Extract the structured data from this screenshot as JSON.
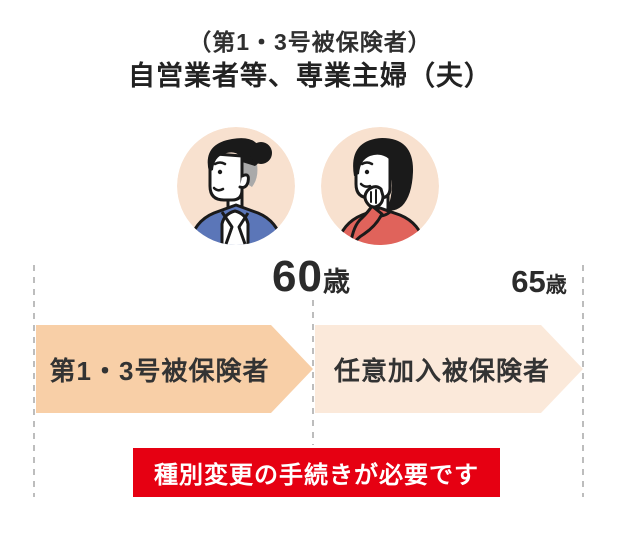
{
  "header": {
    "subtitle": "（第1・3号被保険者）",
    "title": "自営業者等、専業主婦（夫）"
  },
  "avatars": {
    "left_icon": "self-employed-man-avatar",
    "right_icon": "housewife-woman-avatar"
  },
  "timeline": {
    "age_markers": [
      {
        "number": "60",
        "unit": "歳"
      },
      {
        "number": "65",
        "unit": "歳"
      }
    ],
    "segments": [
      {
        "label": "第1・3号被保険者",
        "fill": "#f8cfa7"
      },
      {
        "label": "任意加入被保険者",
        "fill": "#fbe9da"
      }
    ]
  },
  "notice": {
    "text": "種別変更の手続きが必要です",
    "background": "#e60012",
    "text_color": "#ffffff"
  },
  "colors": {
    "avatar_background": "#f8e1cf",
    "jacket_blue": "#5b76b8",
    "top_coral": "#e0635b",
    "hair_black": "#1a1a1a",
    "undercut_gray": "#a9a9a9",
    "dashed_line": "#bdbdbd",
    "heading_text": "#2f2f2f"
  }
}
